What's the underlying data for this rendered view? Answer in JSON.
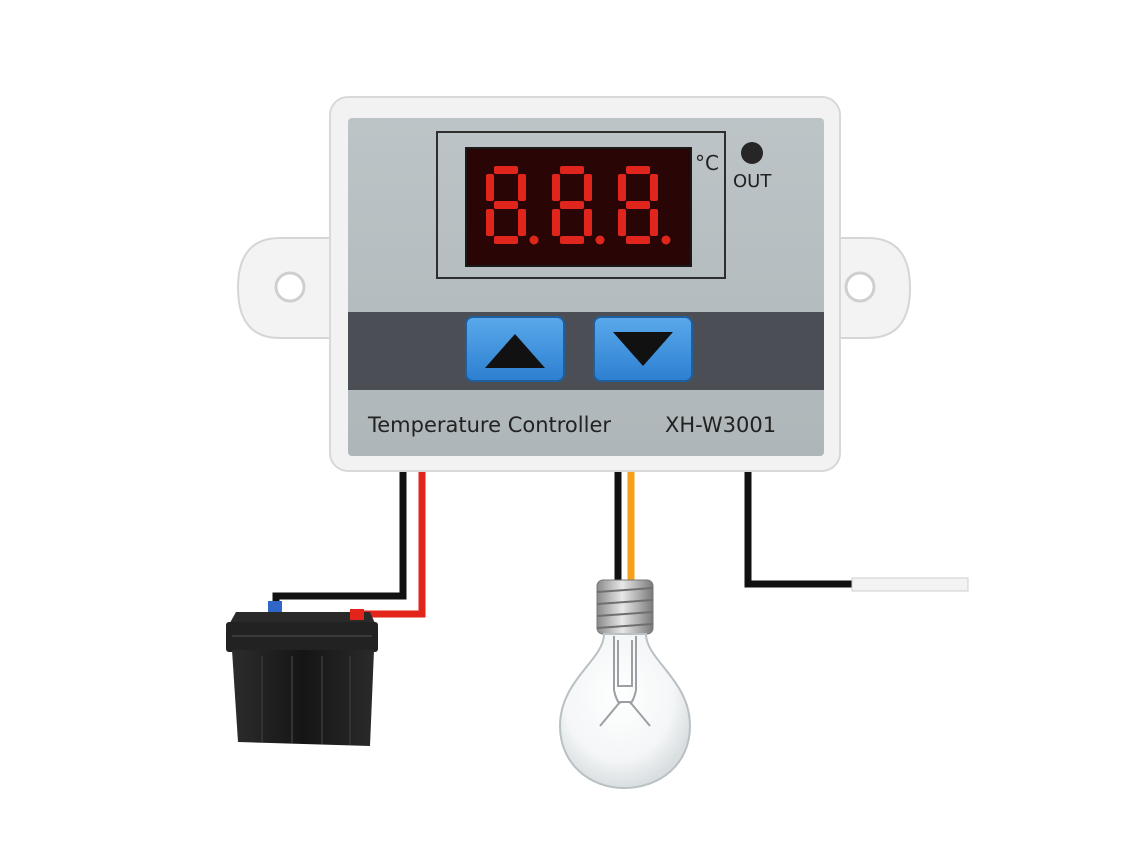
{
  "device": {
    "unit_label": "°C",
    "out_label": "OUT",
    "product_name": "Temperature Controller",
    "model": "XH-W3001"
  },
  "display": {
    "digits": [
      "8",
      "8",
      "8"
    ],
    "decimal_points": [
      true,
      true,
      true
    ]
  },
  "buttons": [
    {
      "name": "up-button",
      "icon": "triangle-up-icon"
    },
    {
      "name": "down-button",
      "icon": "triangle-down-icon"
    }
  ],
  "colors": {
    "housing": "#f2f2f2",
    "panel": "#b4bcbf",
    "button_strip": "#4b4f55",
    "button_blue": "#3a8fdc",
    "segment_red": "#e0261c",
    "display_bg": "#2a0505",
    "wire_red": "#e3241b",
    "wire_orange": "#f5a01a",
    "wire_black": "#111111"
  }
}
